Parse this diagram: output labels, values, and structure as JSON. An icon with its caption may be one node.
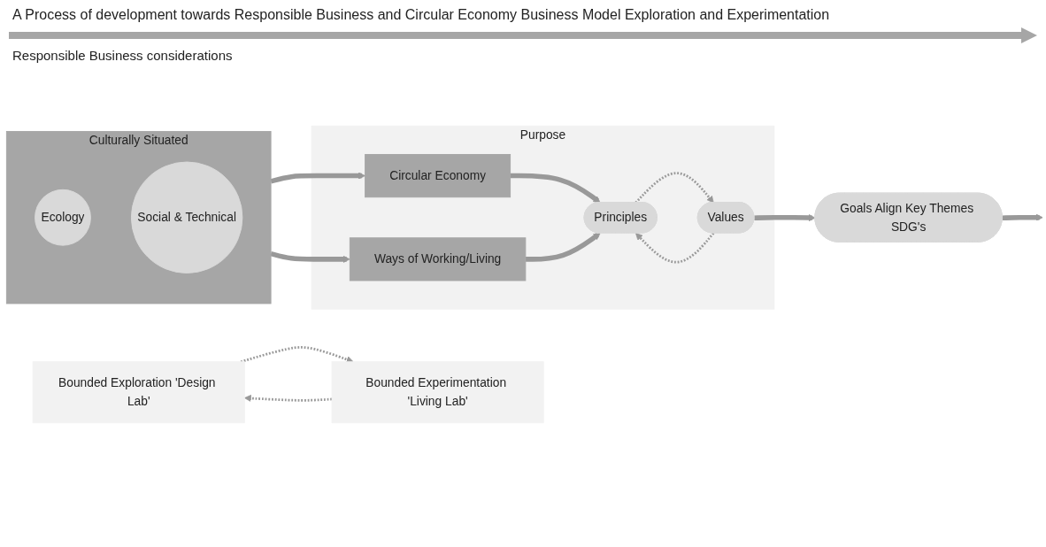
{
  "diagram": {
    "title": "A Process of development towards Responsible Business and Circular Economy Business Model Exploration and Experimentation",
    "nodes": [
      {
        "text": [
          "Culturally Situated"
        ]
      },
      {
        "text": [
          "Ecology"
        ],
        "in": 0
      },
      {
        "text": [
          "Social & Technical"
        ],
        "in": 0
      },
      {
        "text": [
          "Purpose"
        ]
      },
      {
        "text": [
          "Circular Economy"
        ],
        "in": 3
      },
      {
        "text": [
          "Principles"
        ],
        "in": 3
      },
      {
        "text": [
          "Values"
        ],
        "in": 3
      },
      {
        "text": [
          "Ways of Working/Living"
        ],
        "in": 3
      },
      {
        "text": [
          "Goals Align Key Themes SDG's"
        ]
      },
      {
        "text": [
          "Bounded Exploration 'Design Lab'"
        ]
      },
      {
        "text": [
          "Bounded Experimentation 'Living Lab'"
        ]
      }
    ],
    "edges": [
      {
        "from": 0,
        "to": 4,
        "arrow": "to"
      },
      {
        "from": 0,
        "to": 7,
        "arrow": "to"
      },
      {
        "from": 4,
        "to": 5,
        "arrow": "to"
      },
      {
        "from": 7,
        "to": 5,
        "arrow": "to"
      },
      {
        "from": 5,
        "to": 6,
        "arrow": "to",
        "style": "dashed"
      },
      {
        "from": 6,
        "to": 5,
        "arrow": "to",
        "style": "dashed"
      },
      {
        "from": 6,
        "to": 8,
        "arrow": "to"
      },
      {
        "from": 8,
        "to": null,
        "arrow": "to"
      },
      {
        "from": 9,
        "to": 10,
        "arrow": "to",
        "style": "dashed"
      },
      {
        "from": 10,
        "to": 9,
        "arrow": "to",
        "style": "dashed"
      }
    ],
    "labels": [
      "Responsible Business considerations"
    ]
  }
}
